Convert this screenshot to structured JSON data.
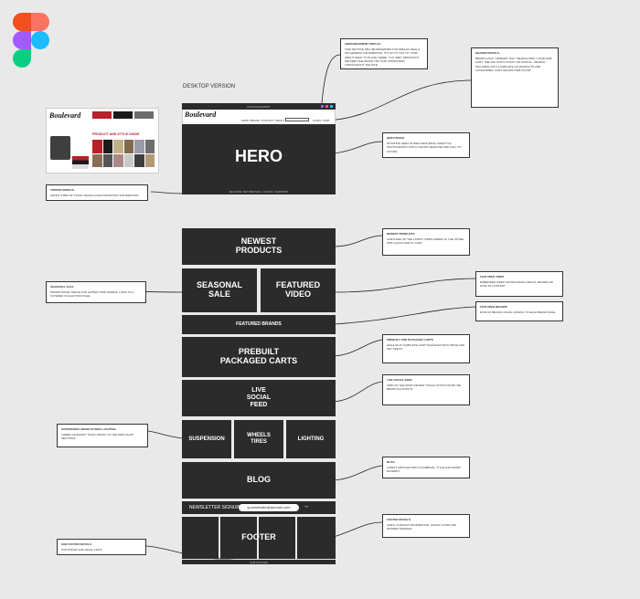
{
  "page_label": "DESKTOP VERSION",
  "colors": {
    "block": "#2b2b2b",
    "canvas": "#e9e9e9"
  },
  "header": {
    "top_bar": "ANNOUNCEMENT",
    "brand": "Boulevard",
    "nav": "SHOP  |  BRAND  |  CONTACT  |  ABOUT",
    "search_placeholder": "",
    "login": "LOGIN / CART"
  },
  "sections": {
    "hero": "HERO",
    "hero_strip": "FEATURE TESTIMONIAL / LOGOS / SUPPORT",
    "newest_products": "NEWEST\nPRODUCTS",
    "seasonal_sale": "SEASONAL\nSALE",
    "featured_video": "FEATURED\nVIDEO",
    "featured_brands": "FEATURED BRANDS",
    "prebuilt": "PREBUILT\nPACKAGED CARTS",
    "live_social": "LIVE\nSOCIAL\nFEED",
    "suspension": "SUSPENSION",
    "wheels_tires": "WHEELS\nTIRES",
    "lighting": "LIGHTING",
    "blog": "BLOG",
    "newsletter_label": "NEWSLETTER SIGNUP",
    "newsletter_placeholder": "yourwebsite@domain.com",
    "newsletter_button": "→",
    "footer": "FOOTER",
    "sub_footer": "SUB FOOTER"
  },
  "notes": {
    "announcement": {
      "title": "ANNOUNCEMENT DISPLAY",
      "body": "THIS SECTION WILL BE RESERVED FOR SPECIAL DEALS OR GENERAL INFORMATION. IT'S UP TO YOU TO THINK ABOUT WHAT TO PLACE THERE. IT IS VERY IMPORTANT WE KEEP THE SPACE TIDY AND CONSISTENT THROUGHOUT THE SITE."
    },
    "header": {
      "title": "HEADER DETAILS",
      "body": "BRAND LOGO / PRIMARY NAV / SEARCH BAR / LOGIN AND CART. THE NAV STAYS STICKY ON SCROLL. SEARCH INCLUDES AUTO-COMPLETE OF PRODUCTS AND CATEGORIES. CART SHOWS ITEM COUNT."
    },
    "hero": {
      "title": "HERO IMAGE",
      "body": "ROTATING HERO SLIDES FEATURING LIFESTYLE PHOTOGRAPHY WITH A SHORT HEADLINE AND CALL TO ACTION."
    },
    "topper": {
      "title": "TOPPER MODULE",
      "body": "SHORT STRIP OF TRUST SIGNALS AND IMPORTANT INFORMATION."
    },
    "newest": {
      "title": "NEWEST PRODUCTS",
      "body": "CAROUSEL OF THE LATEST ITEMS ADDED TO THE STORE WITH QUICK ADD TO CART."
    },
    "seasonal": {
      "title": "SEASONAL SALE",
      "body": "PROMOTIONAL SPACE FOR LIMITED TIME OFFERS. LINKS TO A FILTERED COLLECTION PAGE."
    },
    "video": {
      "title": "FEATURED VIDEO",
      "body": "EMBEDDED VIDEO SHOWCASING A BUILD, REVIEW OR HOW-TO CONTENT."
    },
    "brands": {
      "title": "FEATURED BRANDS",
      "body": "ROW OF BRAND LOGOS LINKING TO EACH BRAND PAGE."
    },
    "prebuilt": {
      "title": "PREBUILT AND PACKAGED CARTS",
      "body": "HIGHLIGHT COMPLETE CART PACKAGES WITH PRICE AND KEY SPECS."
    },
    "social": {
      "title": "LIVE SOCIAL FEED",
      "body": "GRID OF THE MOST RECENT SOCIAL POSTS FROM THE BRAND ACCOUNTS."
    },
    "categories": {
      "title": "SUSPENSION, WHEELS/TIRES, LIGHTING",
      "body": "THREE CATEGORY TILES LINKING TO THE MAIN SHOP SECTIONS."
    },
    "blog": {
      "title": "BLOG",
      "body": "LATEST ARTICLES WITH THUMBNAIL, TITLE AND SHORT EXCERPT."
    },
    "footer": {
      "title": "FOOTER DETAILS",
      "body": "LINKS, CONTACT INFORMATION, SOCIAL ICONS AND PAYMENT BADGES."
    },
    "subfooter": {
      "title": "SUB FOOTER DETAILS",
      "body": "COPYRIGHT AND LEGAL LINKS."
    }
  },
  "style_guide": {
    "brand": "Boulevard",
    "title": "PRODUCT AND STYLE GUIDE",
    "swatches": [
      "#b8202a",
      "#1a1a1a",
      "#ffffff",
      "#6d6d6d",
      "#9a9aa8",
      "#c2b08a",
      "#7f6a4c",
      "#3f3f3f"
    ]
  }
}
